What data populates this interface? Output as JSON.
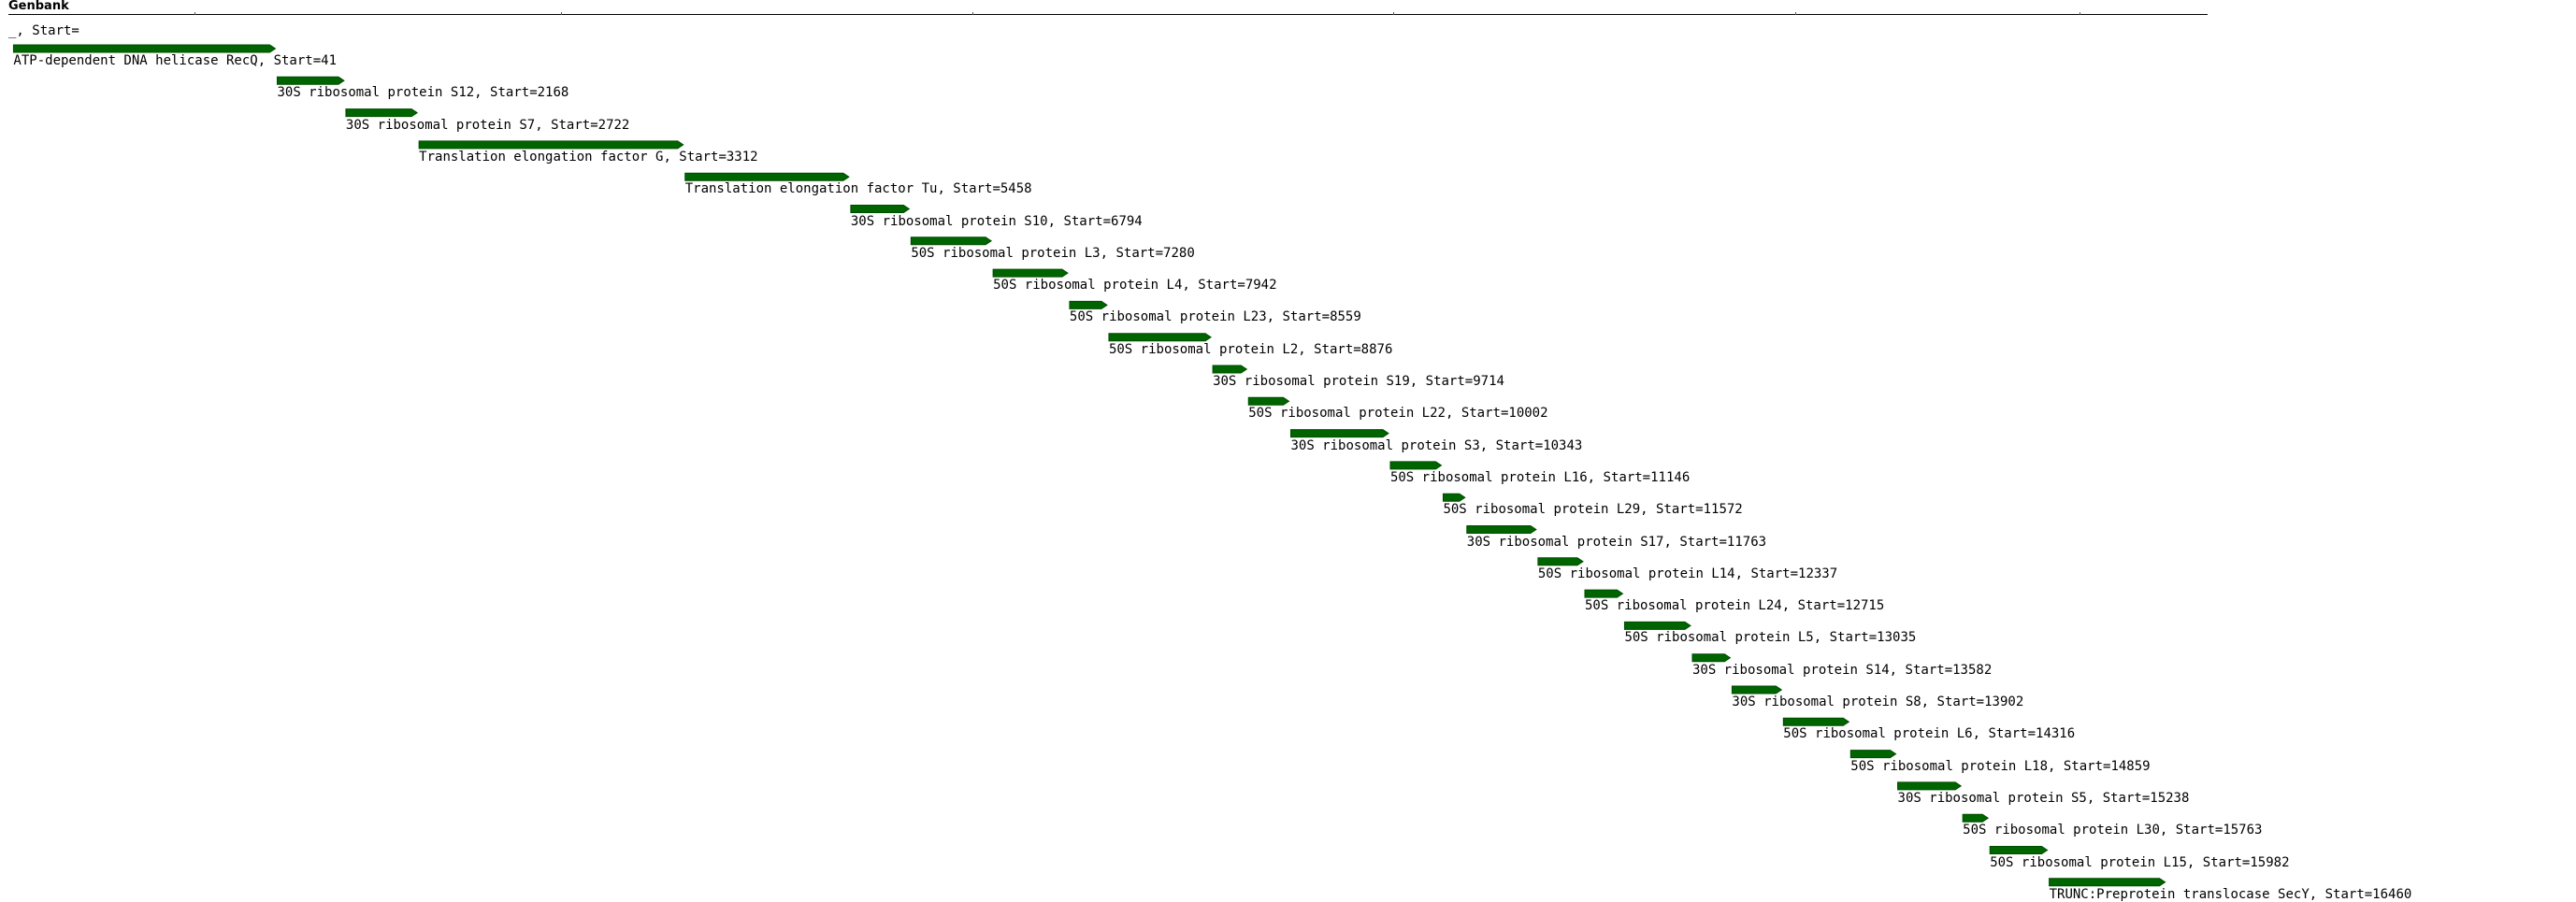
{
  "track": {
    "title": "Genbank"
  },
  "header_label": "_, Start=",
  "feature_color": "#006400",
  "features": [
    {
      "name": "ATP-dependent DNA helicase RecQ",
      "start": 41,
      "label": "ATP-dependent DNA helicase RecQ, Start=41"
    },
    {
      "name": "30S ribosomal protein S12",
      "start": 2168,
      "label": "30S ribosomal protein S12, Start=2168"
    },
    {
      "name": "30S ribosomal protein S7",
      "start": 2722,
      "label": "30S ribosomal protein S7, Start=2722"
    },
    {
      "name": "Translation elongation factor G",
      "start": 3312,
      "label": "Translation elongation factor G, Start=3312"
    },
    {
      "name": "Translation elongation factor Tu",
      "start": 5458,
      "label": "Translation elongation factor Tu, Start=5458"
    },
    {
      "name": "30S ribosomal protein S10",
      "start": 6794,
      "label": "30S ribosomal protein S10, Start=6794"
    },
    {
      "name": "50S ribosomal protein L3",
      "start": 7280,
      "label": "50S ribosomal protein L3, Start=7280"
    },
    {
      "name": "50S ribosomal protein L4",
      "start": 7942,
      "label": "50S ribosomal protein L4, Start=7942"
    },
    {
      "name": "50S ribosomal protein L23",
      "start": 8559,
      "label": "50S ribosomal protein L23, Start=8559"
    },
    {
      "name": "50S ribosomal protein L2",
      "start": 8876,
      "label": "50S ribosomal protein L2, Start=8876"
    },
    {
      "name": "30S ribosomal protein S19",
      "start": 9714,
      "label": "30S ribosomal protein S19, Start=9714"
    },
    {
      "name": "50S ribosomal protein L22",
      "start": 10002,
      "label": "50S ribosomal protein L22, Start=10002"
    },
    {
      "name": "30S ribosomal protein S3",
      "start": 10343,
      "label": "30S ribosomal protein S3, Start=10343"
    },
    {
      "name": "50S ribosomal protein L16",
      "start": 11146,
      "label": "50S ribosomal protein L16, Start=11146"
    },
    {
      "name": "50S ribosomal protein L29",
      "start": 11572,
      "label": "50S ribosomal protein L29, Start=11572"
    },
    {
      "name": "30S ribosomal protein S17",
      "start": 11763,
      "label": "30S ribosomal protein S17, Start=11763"
    },
    {
      "name": "50S ribosomal protein L14",
      "start": 12337,
      "label": "50S ribosomal protein L14, Start=12337"
    },
    {
      "name": "50S ribosomal protein L24",
      "start": 12715,
      "label": "50S ribosomal protein L24, Start=12715"
    },
    {
      "name": "50S ribosomal protein L5",
      "start": 13035,
      "label": "50S ribosomal protein L5, Start=13035"
    },
    {
      "name": "30S ribosomal protein S14",
      "start": 13582,
      "label": "30S ribosomal protein S14, Start=13582"
    },
    {
      "name": "30S ribosomal protein S8",
      "start": 13902,
      "label": "30S ribosomal protein S8, Start=13902"
    },
    {
      "name": "50S ribosomal protein L6",
      "start": 14316,
      "label": "50S ribosomal protein L6, Start=14316"
    },
    {
      "name": "50S ribosomal protein L18",
      "start": 14859,
      "label": "50S ribosomal protein L18, Start=14859"
    },
    {
      "name": "30S ribosomal protein S5",
      "start": 15238,
      "label": "30S ribosomal protein S5, Start=15238"
    },
    {
      "name": "50S ribosomal protein L30",
      "start": 15763,
      "label": "50S ribosomal protein L30, Start=15763"
    },
    {
      "name": "50S ribosomal protein L15",
      "start": 15982,
      "label": "50S ribosomal protein L15, Start=15982"
    },
    {
      "name": "TRUNC:Preprotein translocase SecY",
      "start": 16460,
      "label": "TRUNC:Preprotein translocase SecY, Start=16460"
    }
  ]
}
